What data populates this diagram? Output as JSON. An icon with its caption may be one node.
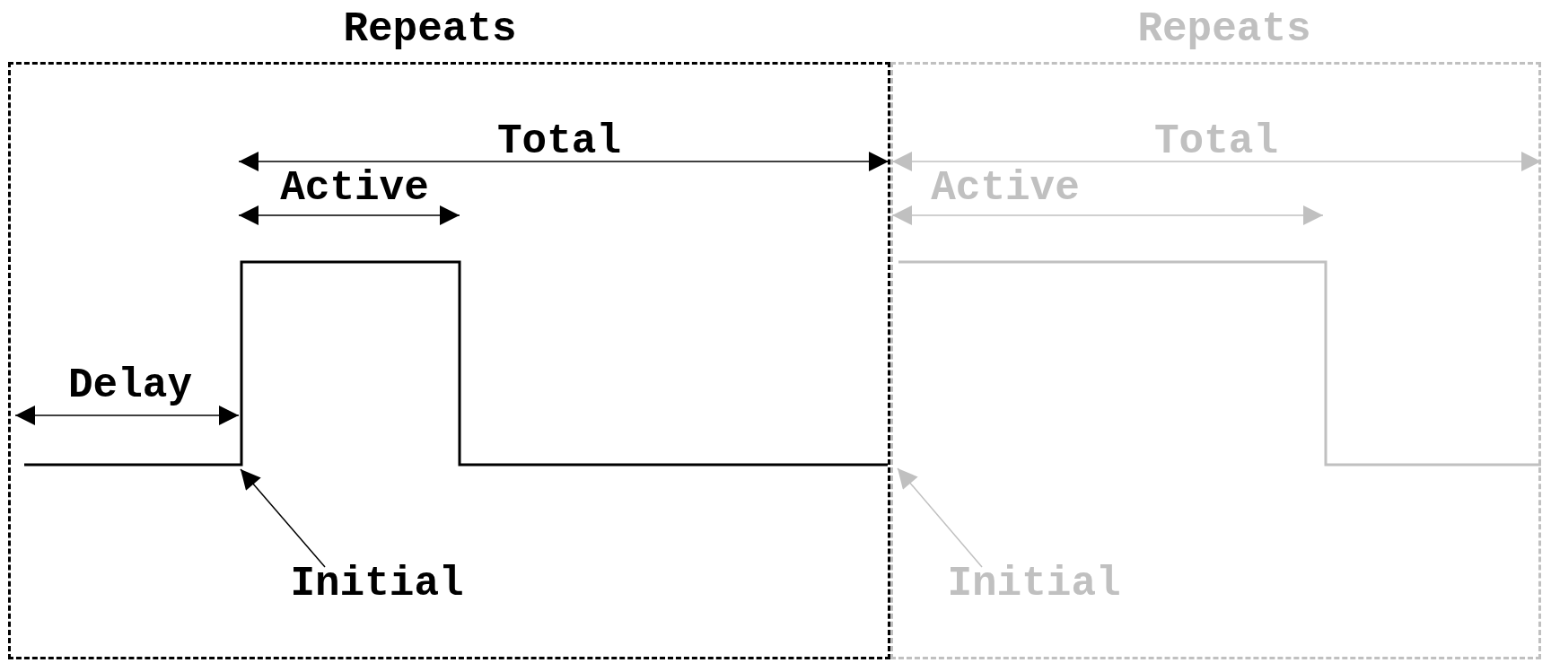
{
  "diagram": {
    "nodes": [
      {
        "text": [
          "Repeats"
        ]
      },
      {
        "text": [
          "Repeats"
        ]
      },
      {
        "text": [
          "Initial"
        ],
        "in": 0
      },
      {
        "text": [
          "Initial"
        ],
        "in": 1
      },
      {
        "text": [],
        "shape": "line",
        "in": 0
      },
      {
        "text": [],
        "shape": "line",
        "in": 1
      }
    ],
    "edges": [
      {
        "from": 2,
        "to": 4,
        "arrow": "to"
      },
      {
        "from": 3,
        "to": 5,
        "arrow": "to",
        "color": "#c0c0c0"
      }
    ],
    "labels": [
      "Total",
      "Total",
      "Active",
      "Active",
      "Delay"
    ]
  }
}
